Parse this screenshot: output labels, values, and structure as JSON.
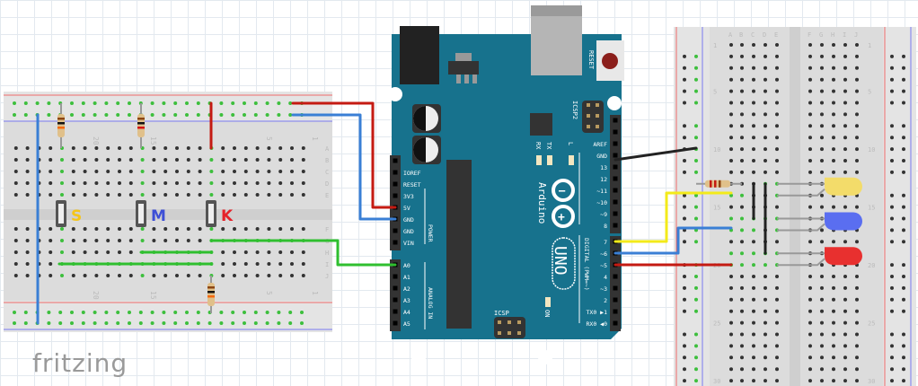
{
  "app": "fritzing",
  "logo_text": "fritzing",
  "left_board": {
    "row_numbers_top": [
      "20",
      "15",
      "5",
      "1"
    ],
    "row_numbers_bottom": [
      "20",
      "15",
      "5",
      "1"
    ],
    "col_letters_top": [
      "A",
      "B",
      "C",
      "D",
      "E"
    ],
    "col_letters_bottom": [
      "F",
      "G",
      "H",
      "I",
      "J"
    ],
    "buttons": [
      {
        "label": "S",
        "color": "#f5c518"
      },
      {
        "label": "M",
        "color": "#3d4fd6"
      },
      {
        "label": "K",
        "color": "#e5222a"
      }
    ],
    "resistors_count": 3
  },
  "arduino": {
    "brand": "Arduino",
    "model": "UNO",
    "reset_label": "RESET",
    "icsp2_label": "ICSP2",
    "icsp_label": "ICSP",
    "on_label": "ON",
    "led_labels": [
      "RX",
      "TX",
      "L"
    ],
    "power_label": "POWER",
    "analog_label": "ANALOG IN",
    "digital_label": "DIGITAL (PWM=~)",
    "power_pins": [
      "IOREF",
      "RESET",
      "3V3",
      "5V",
      "GND",
      "GND",
      "VIN"
    ],
    "analog_pins": [
      "A0",
      "A1",
      "A2",
      "A3",
      "A4",
      "A5"
    ],
    "digital_pins_high": [
      "AREF",
      "GND",
      "13",
      "12",
      "~11",
      "~10",
      "~9",
      "8"
    ],
    "digital_pins_low": [
      "7",
      "~6",
      "~5",
      "4",
      "~3",
      "2",
      "TX0 ▶1",
      "RX0 ◀0"
    ]
  },
  "right_board": {
    "col_letters_left": [
      "A",
      "B",
      "C",
      "D",
      "E"
    ],
    "col_letters_right": [
      "F",
      "G",
      "H",
      "I",
      "J"
    ],
    "row_numbers": [
      "1",
      "5",
      "10",
      "15",
      "20",
      "25",
      "30"
    ],
    "leds": [
      {
        "name": "yellow",
        "color": "#f3dc6a"
      },
      {
        "name": "blue",
        "color": "#5a6ef0"
      },
      {
        "name": "red",
        "color": "#e8302f"
      }
    ]
  },
  "wires": [
    {
      "from": "5V",
      "to": "left-board top rail +",
      "color": "#c41a12"
    },
    {
      "from": "GND",
      "to": "left-board top rail -",
      "color": "#3a7fd5"
    },
    {
      "from": "A0",
      "to": "left-board row F",
      "color": "#2fbf2f"
    },
    {
      "from": "GND (digital)",
      "to": "right-board rail",
      "color": "#222222"
    },
    {
      "from": "7",
      "to": "yellow LED",
      "color": "#f3ea1a"
    },
    {
      "from": "~6",
      "to": "blue LED",
      "color": "#3a7fd5"
    },
    {
      "from": "~5",
      "to": "red LED",
      "color": "#c41a12"
    }
  ]
}
